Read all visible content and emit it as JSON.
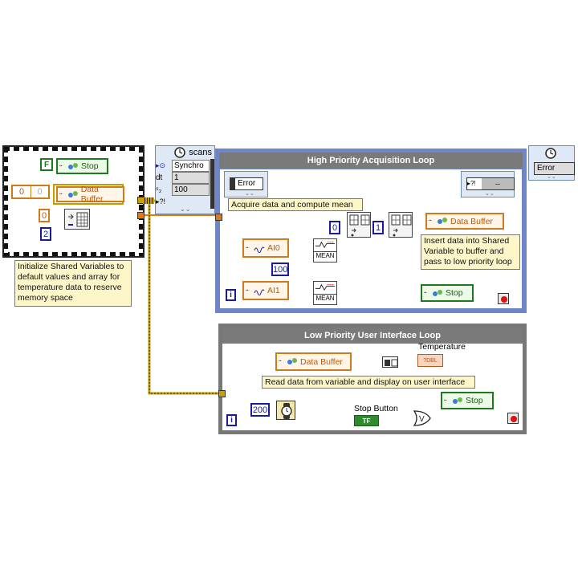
{
  "init_frame": {
    "bool_const": "F",
    "stop_var": "Stop",
    "array_const_index": "0",
    "array_const_value": "0",
    "data_buffer_var": "Data Buffer",
    "init_value_const": "0",
    "size_const": "2",
    "comment": "Initialize Shared Variables to default values and array for temperature data to reserve memory space"
  },
  "timed_loop_config": {
    "header": "scans",
    "source_label": "Synchro",
    "dt_label": "dt",
    "dt_value": "1",
    "offset_value": "100",
    "error_label": "Error"
  },
  "high_priority_loop": {
    "title": "High Priority Acquisition Loop",
    "comment_acquire": "Acquire data and compute mean",
    "channel_ai0": "AI0",
    "channel_ai1": "AI1",
    "mean_label_1": "MEAN",
    "mean_label_2": "MEAN",
    "samples_const": "100",
    "index_const_0": "0",
    "index_const_1": "1",
    "data_buffer_var": "Data Buffer",
    "comment_insert": "Insert data into Shared Variable to buffer and pass to low priority loop",
    "stop_var": "Stop",
    "iteration_label": "i"
  },
  "end_frame": {
    "error_label": "Error"
  },
  "low_priority_loop": {
    "title": "Low Priority User Interface Loop",
    "data_buffer_var": "Data Buffer",
    "indicator_label": "Temperature",
    "indicator_text": "?DBL",
    "comment_read": "Read data from variable and display on user interface",
    "wait_const": "200",
    "stop_button_label": "Stop Button",
    "stop_button_text": "TF",
    "stop_var": "Stop",
    "iteration_label": "i"
  },
  "colors": {
    "orange_wire": "#e07a10",
    "blue_wire": "#1a1a9c",
    "green_wire": "#1f7a1f",
    "loop_gray": "#777777",
    "error_cluster": "#c8a000"
  }
}
